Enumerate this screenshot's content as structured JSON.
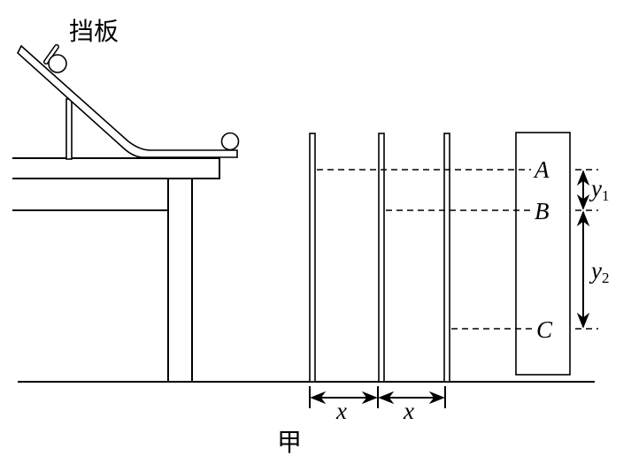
{
  "labels": {
    "baffle": "挡板",
    "figure": "甲",
    "point_a": "A",
    "point_b": "B",
    "point_c": "C",
    "y1": "y",
    "y1_sub": "1",
    "y2": "y",
    "y2_sub": "2",
    "spacing_1": "x",
    "spacing_2": "x"
  }
}
